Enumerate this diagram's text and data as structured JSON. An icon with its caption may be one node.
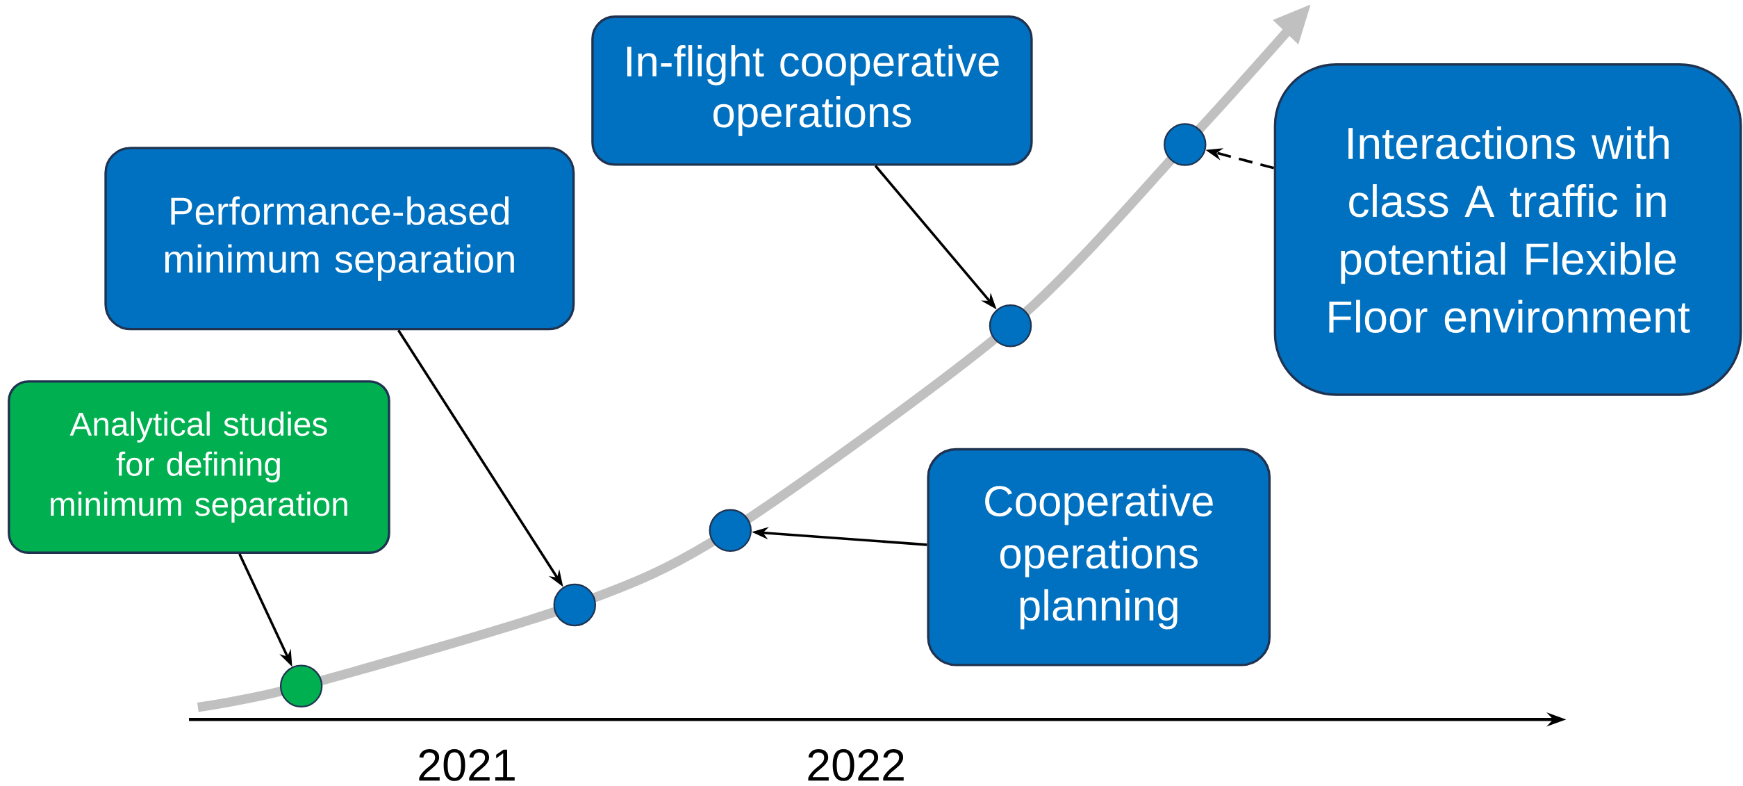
{
  "diagram": {
    "nodes": [
      {
        "text": [
          "Analytical studies for defining minimum separation"
        ]
      },
      {
        "text": [
          "Performance-based minimum separation"
        ]
      },
      {
        "text": [
          "In-flight cooperative operations"
        ]
      },
      {
        "text": [
          "Interactions with class A traffic in potential Flexible Floor environment"
        ]
      },
      {
        "text": [
          "Cooperative operations planning"
        ]
      },
      {
        "text": [],
        "shape": "circle"
      },
      {
        "text": [],
        "shape": "circle"
      },
      {
        "text": [],
        "shape": "circle"
      },
      {
        "text": [],
        "shape": "circle"
      },
      {
        "text": [],
        "shape": "circle"
      }
    ],
    "edges": [
      {
        "from": 0,
        "to": 5,
        "arrow": "to"
      },
      {
        "from": 1,
        "to": 6,
        "arrow": "to"
      },
      {
        "from": 2,
        "to": 8,
        "arrow": "to"
      },
      {
        "from": 4,
        "to": 7,
        "arrow": "to"
      },
      {
        "from": 3,
        "to": 9,
        "arrow": "to",
        "style": "dashed"
      }
    ],
    "labels": [
      "2021",
      "2022"
    ]
  }
}
